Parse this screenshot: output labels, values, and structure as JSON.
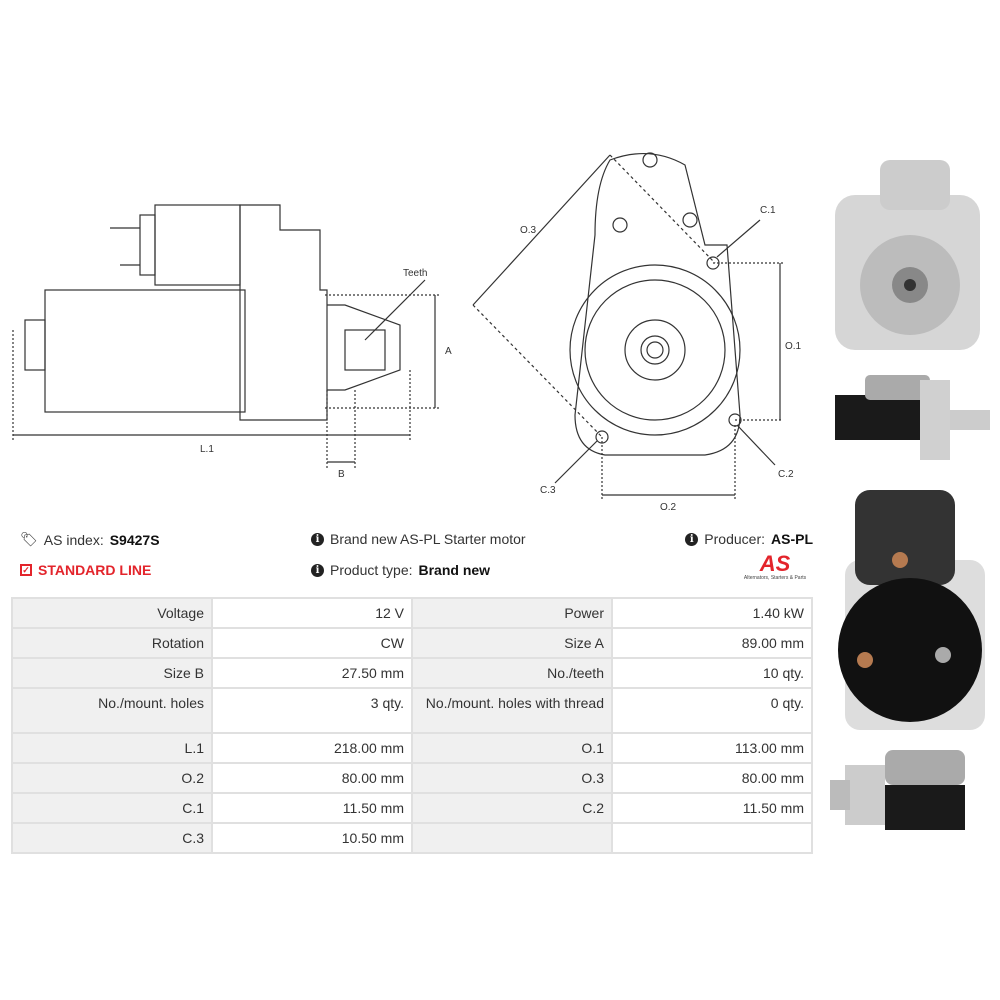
{
  "diagram": {
    "side_labels": {
      "teeth": "Teeth",
      "a": "A",
      "b": "B",
      "l1": "L.1"
    },
    "front_labels": {
      "o1": "O.1",
      "o2": "O.2",
      "o3": "O.3",
      "c1": "C.1",
      "c2": "C.2",
      "c3": "C.3"
    }
  },
  "info": {
    "as_index_label": "AS index:",
    "as_index_value": "S9427S",
    "line": "STANDARD LINE",
    "description": "Brand new AS-PL Starter motor",
    "product_type_label": "Product type:",
    "product_type_value": "Brand new",
    "producer_label": "Producer:",
    "producer_value": "AS-PL",
    "logo_text": "AS",
    "logo_tagline": "Alternators, Starters & Parts"
  },
  "specs": [
    [
      "Voltage",
      "12 V",
      "Power",
      "1.40 kW"
    ],
    [
      "Rotation",
      "CW",
      "Size A",
      "89.00 mm"
    ],
    [
      "Size B",
      "27.50 mm",
      "No./teeth",
      "10 qty."
    ],
    [
      "No./mount. holes",
      "3 qty.",
      "No./mount. holes with thread",
      "0 qty."
    ],
    [
      "L.1",
      "218.00 mm",
      "O.1",
      "113.00 mm"
    ],
    [
      "O.2",
      "80.00 mm",
      "O.3",
      "80.00 mm"
    ],
    [
      "C.1",
      "11.50 mm",
      "C.2",
      "11.50 mm"
    ],
    [
      "C.3",
      "10.50 mm",
      "",
      ""
    ]
  ],
  "colors": {
    "accent": "#e3242b",
    "label_bg": "#f0f0f0",
    "border": "#e0e0e0"
  }
}
